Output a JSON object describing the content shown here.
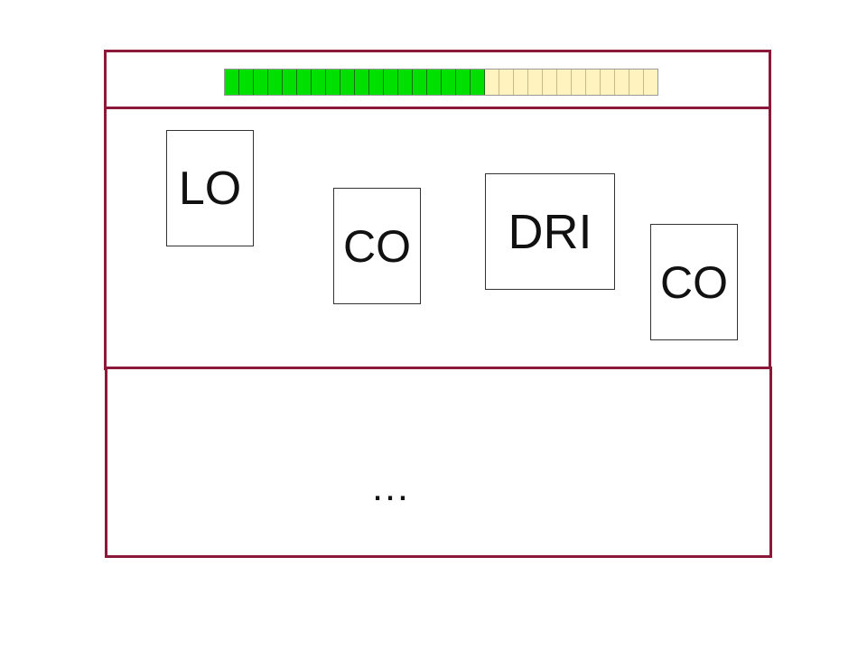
{
  "progress": {
    "total_segments": 30,
    "filled_segments": 18,
    "filled_color": "#00e000",
    "empty_color": "#fff3c0"
  },
  "cards": [
    {
      "label": "LO"
    },
    {
      "label": "CO"
    },
    {
      "label": "DRI"
    },
    {
      "label": "CO"
    }
  ],
  "continuation": "…",
  "colors": {
    "frame_border": "#8b1a3a"
  }
}
